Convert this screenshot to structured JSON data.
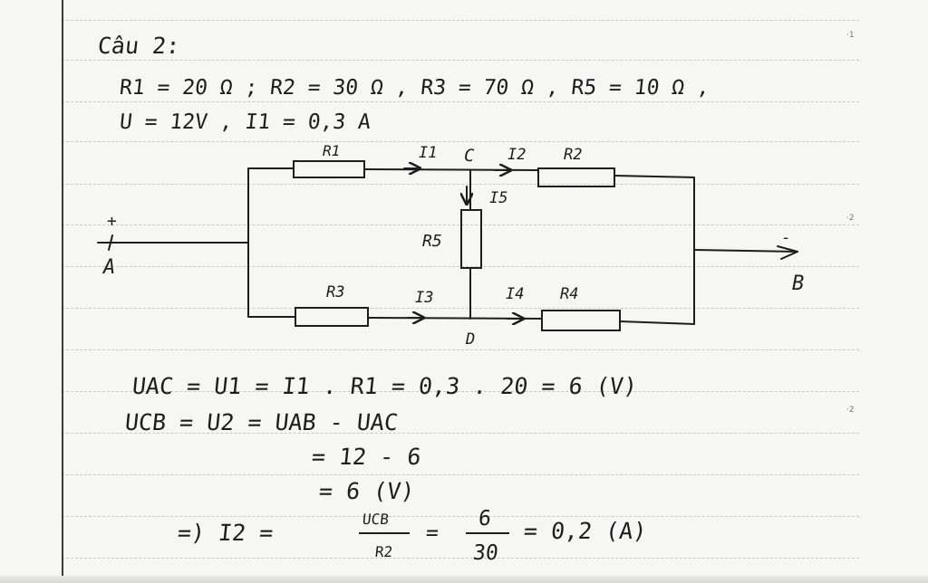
{
  "title": "Câu 2:",
  "given": {
    "line1": "R1 = 20 Ω ; R2 = 30 Ω , R3 = 70 Ω , R5 = 10 Ω ,",
    "line2": "U = 12V , I1 = 0,3 A"
  },
  "circuit": {
    "resistor_top_left": "R1",
    "resistor_top_right": "R2",
    "resistor_bottom_left": "R3",
    "resistor_bottom_right": "R4",
    "resistor_middle": "R5",
    "current_top_left": "I1",
    "current_top_right": "I2",
    "current_bottom_left": "I3",
    "current_bottom_right": "I4",
    "current_middle": "I5",
    "node_c": "C",
    "node_d": "D",
    "terminal_a": "A",
    "terminal_b": "B",
    "sign_plus": "+",
    "sign_minus": "-"
  },
  "solution": {
    "line1": "UAC = U1 = I1 . R1 = 0,3 . 20 = 6 (V)",
    "line2": "UCB = U2 = UAB - UAC",
    "line3": "= 12 - 6",
    "line4": "= 6 (V)",
    "line5_prefix": "=) I2 =",
    "frac1_num": "UCB",
    "frac1_den": "R2",
    "equals": "=",
    "frac2_num": "6",
    "frac2_den": "30",
    "line5_result": "= 0,2 (A)"
  },
  "margin_numbers": [
    "·1",
    "·2",
    "·2"
  ],
  "colors": {
    "ink": "#1d1d1f",
    "paper": "#f6f6f3",
    "rule": "#c9c9c4"
  }
}
